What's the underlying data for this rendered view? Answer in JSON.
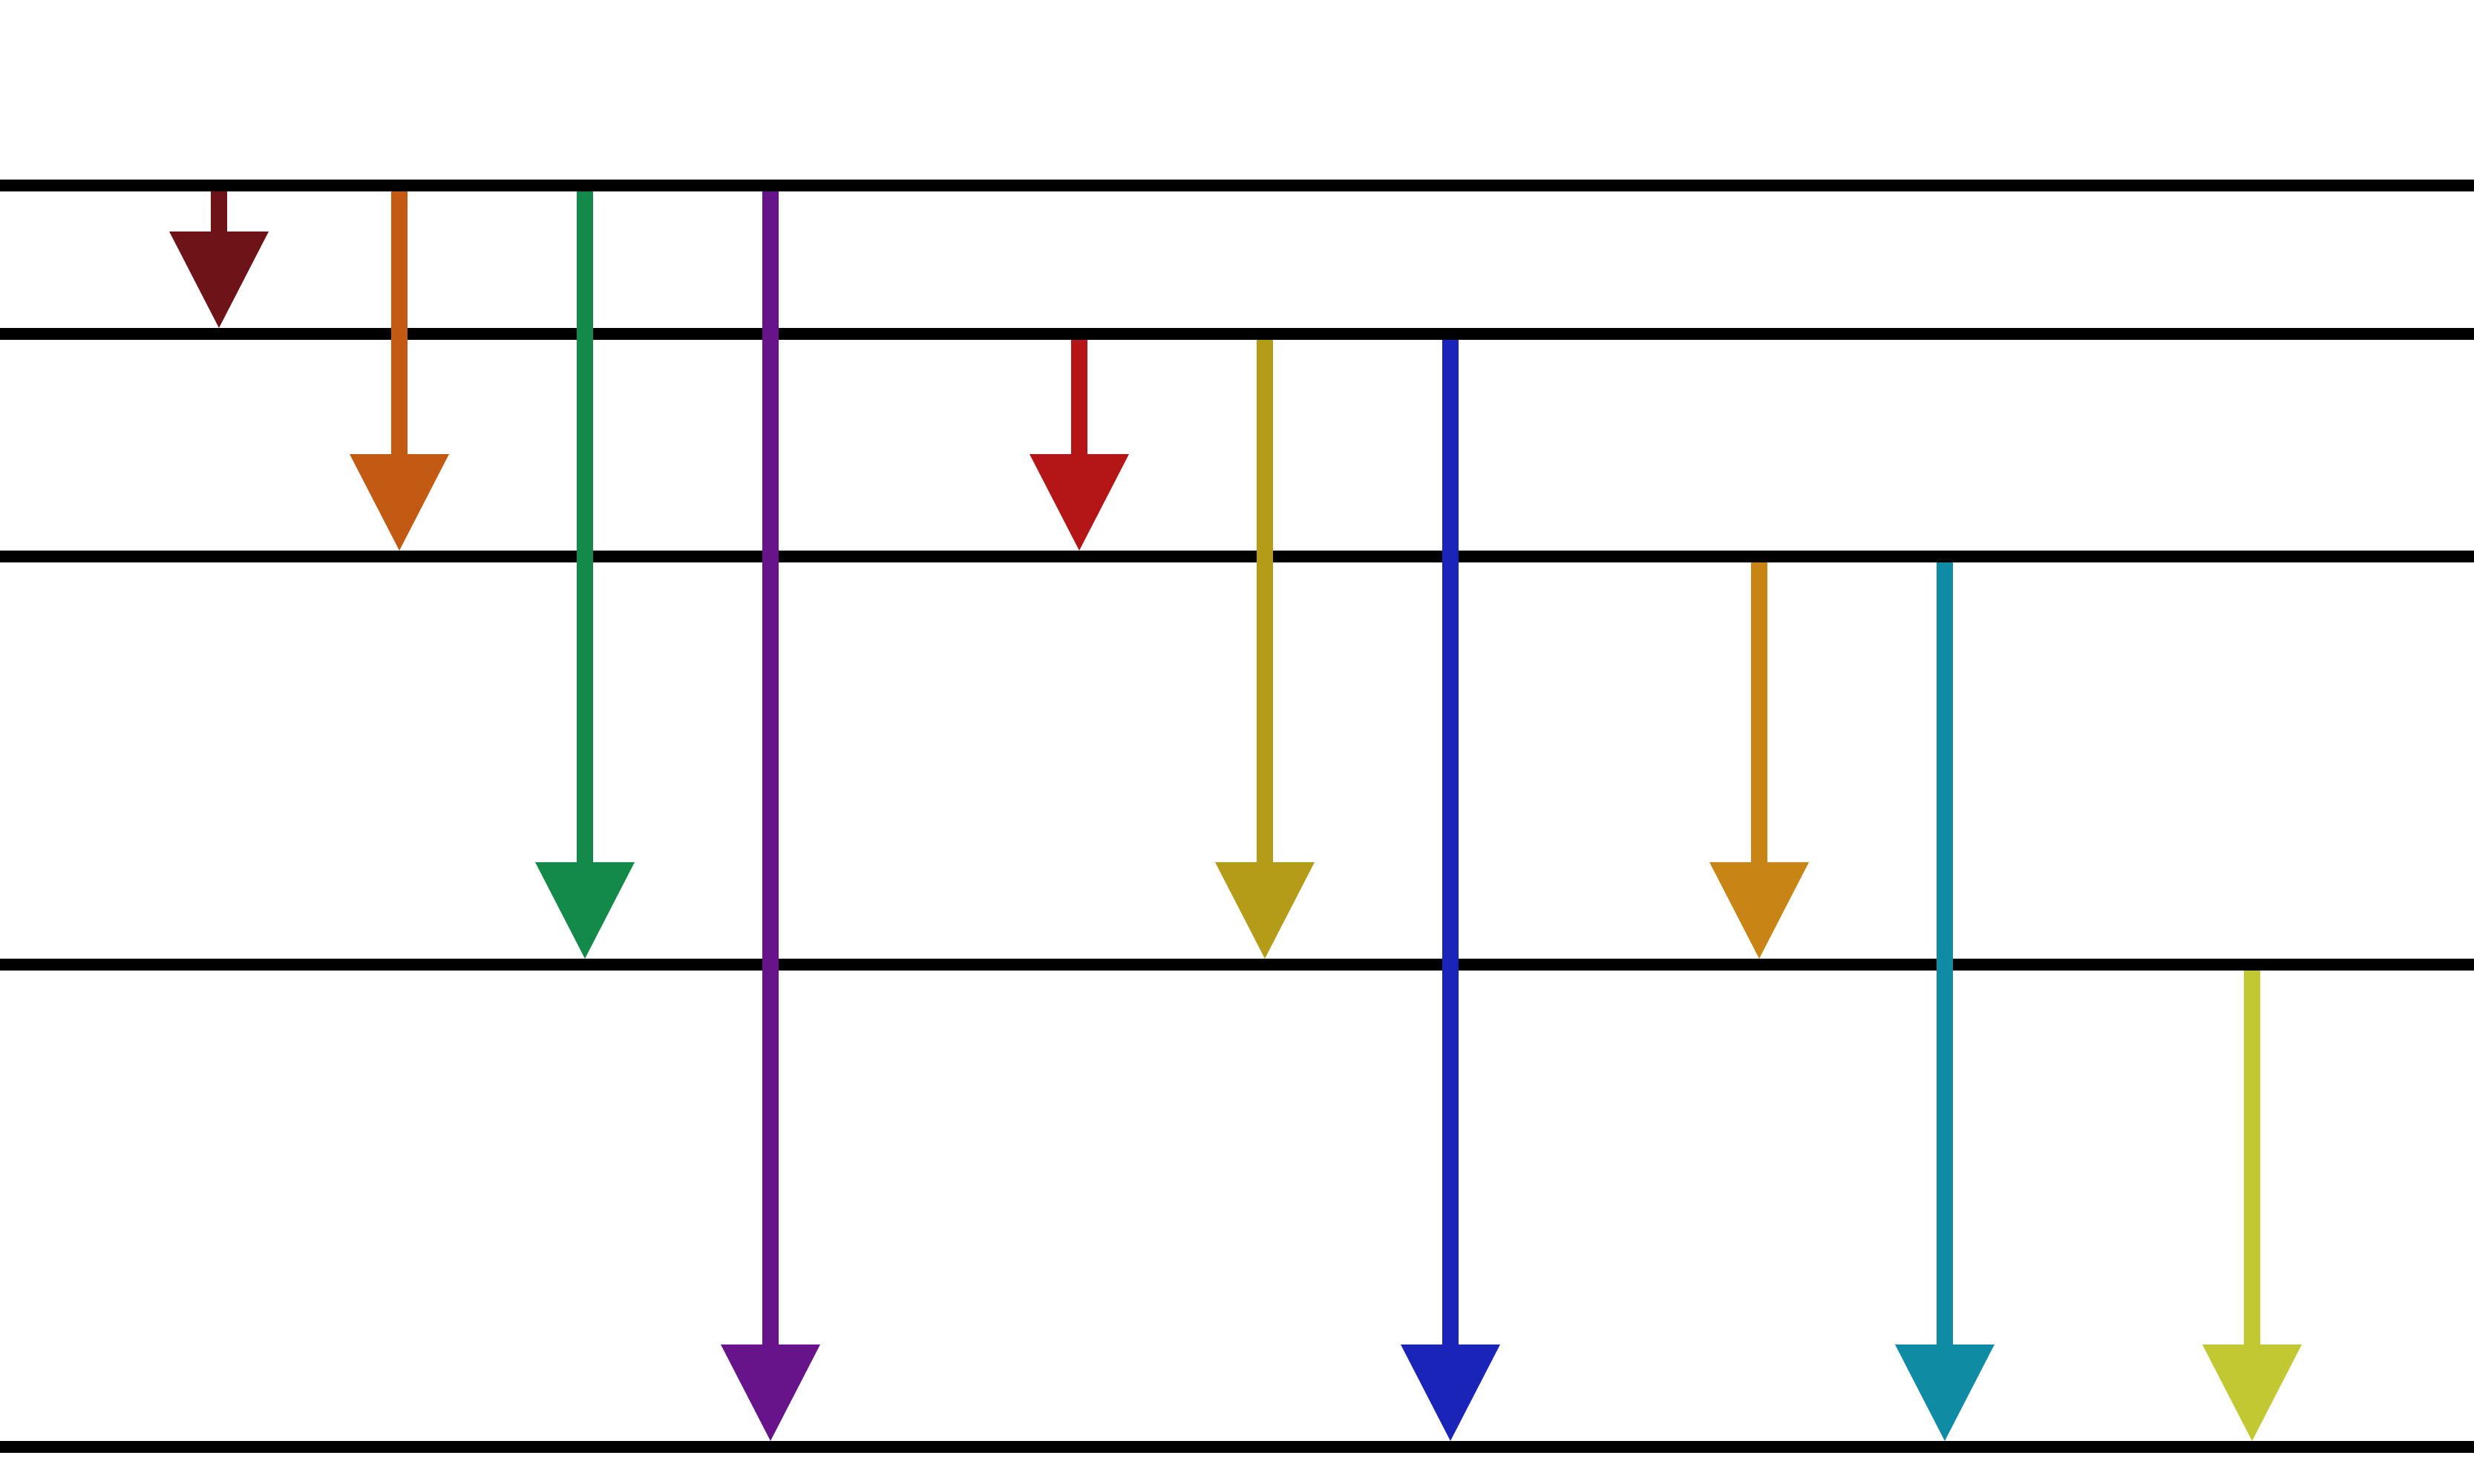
{
  "diagram": {
    "type": "energy-level-transition-diagram",
    "levels": [
      {
        "id": "level-1",
        "order": 1
      },
      {
        "id": "level-2",
        "order": 2
      },
      {
        "id": "level-3",
        "order": 3
      },
      {
        "id": "level-4",
        "order": 4
      },
      {
        "id": "level-5",
        "order": 5
      }
    ],
    "transitions": [
      {
        "id": "t-1-2",
        "from_level": 1,
        "to_level": 2,
        "color": "#6E1419"
      },
      {
        "id": "t-1-3",
        "from_level": 1,
        "to_level": 3,
        "color": "#C25A14"
      },
      {
        "id": "t-1-4",
        "from_level": 1,
        "to_level": 4,
        "color": "#138A4A"
      },
      {
        "id": "t-1-5",
        "from_level": 1,
        "to_level": 5,
        "color": "#67138A"
      },
      {
        "id": "t-2-3",
        "from_level": 2,
        "to_level": 3,
        "color": "#B41618"
      },
      {
        "id": "t-2-4",
        "from_level": 2,
        "to_level": 4,
        "color": "#B49C18"
      },
      {
        "id": "t-2-5",
        "from_level": 2,
        "to_level": 5,
        "color": "#1A24B8"
      },
      {
        "id": "t-3-4",
        "from_level": 3,
        "to_level": 4,
        "color": "#C88414"
      },
      {
        "id": "t-3-5",
        "from_level": 3,
        "to_level": 5,
        "color": "#0F8CA4"
      },
      {
        "id": "t-4-5",
        "from_level": 4,
        "to_level": 5,
        "color": "#C2C831"
      }
    ],
    "line_color": "#000000",
    "background": "#FFFFFF"
  }
}
